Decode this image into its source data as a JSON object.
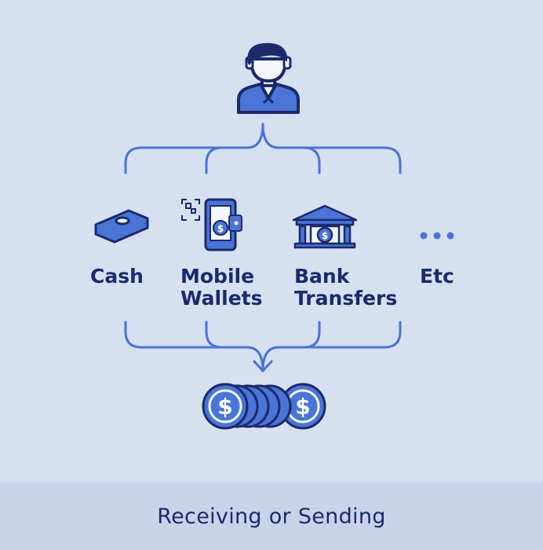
{
  "colors": {
    "background": "#d6e0f1",
    "footer_background": "#c8d3ea",
    "accent_blue": "#4a74d6",
    "navy": "#1b2a6b",
    "light_fill": "#f4f7fd"
  },
  "methods": [
    {
      "icon": "cash-icon",
      "label": "Cash"
    },
    {
      "icon": "mobile-wallet-icon",
      "label": "Mobile\nWallets"
    },
    {
      "icon": "bank-icon",
      "label": "Bank\nTransfers"
    },
    {
      "icon": "ellipsis-icon",
      "label": "Etc"
    }
  ],
  "top_icon": "person-icon",
  "bottom_icon": "coins-stack-icon",
  "footer": {
    "label": "Receiving or Sending"
  }
}
